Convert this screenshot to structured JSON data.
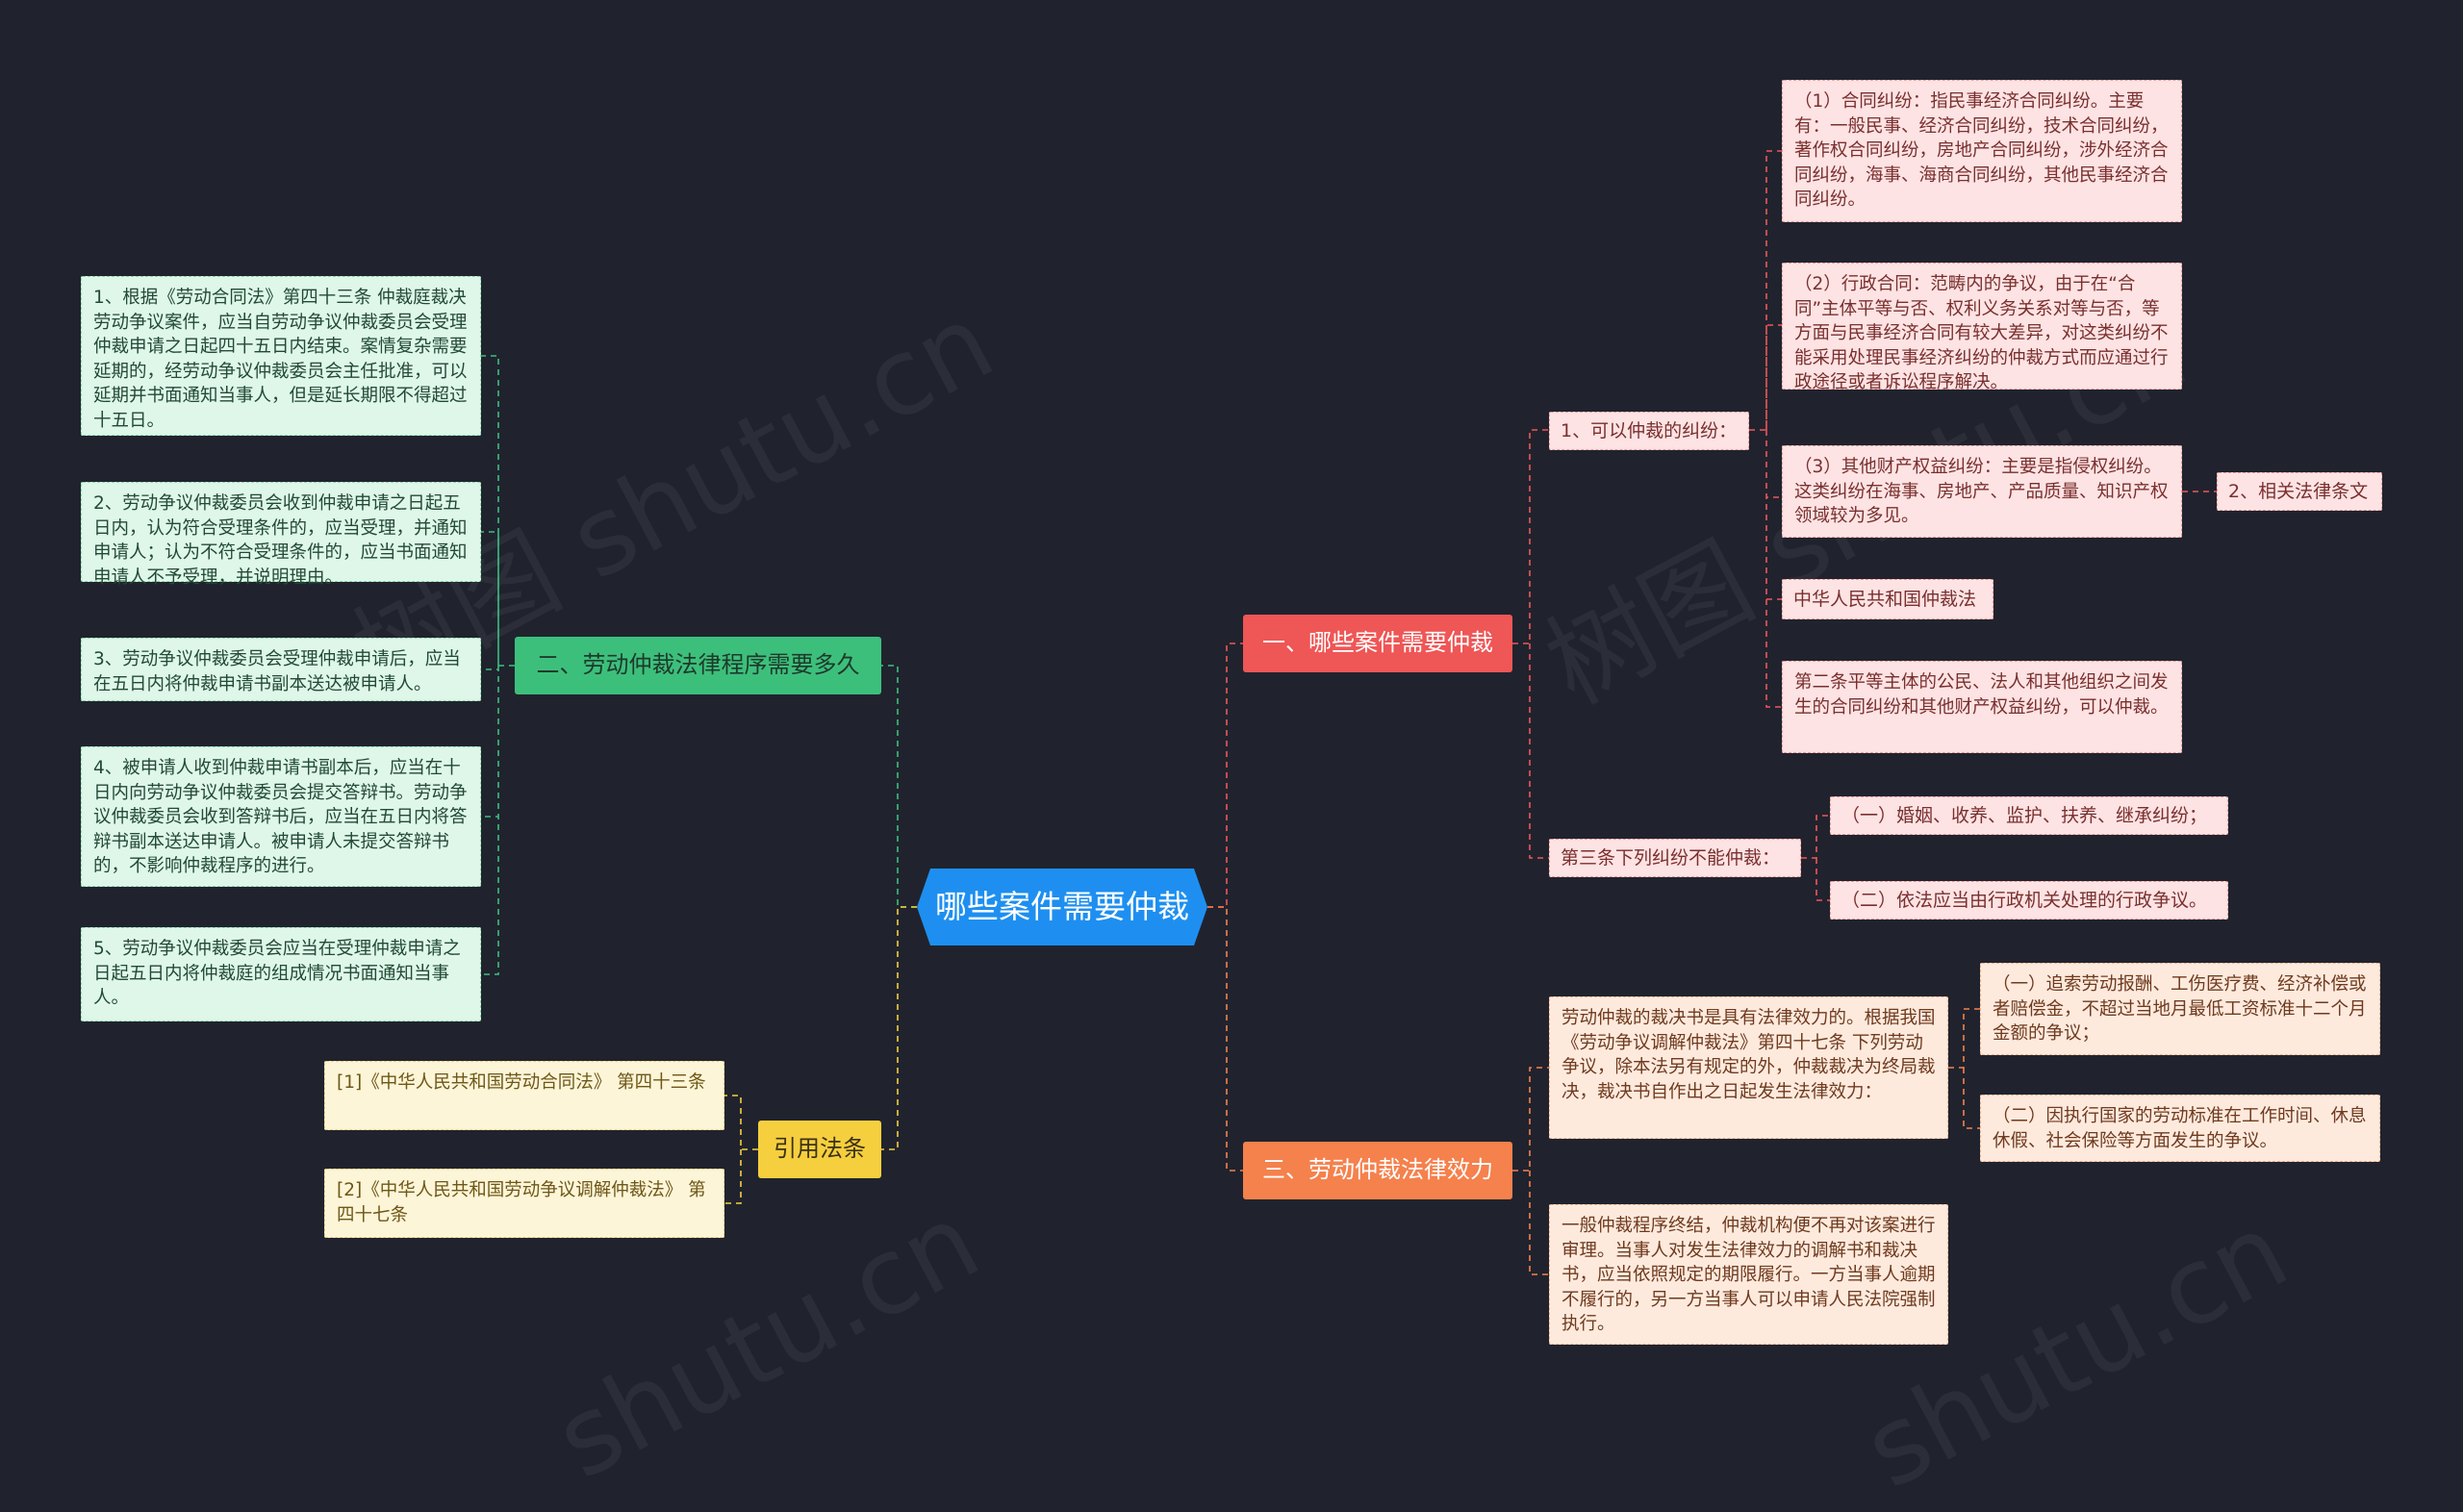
{
  "root": {
    "label": "哪些案件需要仲裁"
  },
  "branches": {
    "b1": {
      "label": "一、哪些案件需要仲裁"
    },
    "b2": {
      "label": "二、劳动仲裁法律程序需要多久"
    },
    "b3": {
      "label": "引用法条"
    },
    "b4": {
      "label": "三、劳动仲裁法律效力"
    }
  },
  "b1_children": {
    "kejiu": "1、可以仲裁的纠纷：",
    "hetong": "（1）合同纠纷：指民事经济合同纠纷。主要有：一般民事、经济合同纠纷，技术合同纠纷，著作权合同纠纷，房地产合同纠纷，涉外经济合同纠纷，海事、海商合同纠纷，其他民事经济合同纠纷。",
    "xingzheng": "（2）行政合同：范畴内的争议，由于在“合同”主体平等与否、权利义务关系对等与否，等方面与民事经济合同有较大差异，对这类纠纷不能采用处理民事经济纠纷的仲裁方式而应通过行政途径或者诉讼程序解决。",
    "qita": "（3）其他财产权益纠纷：主要是指侵权纠纷。这类纠纷在海事、房地产、产品质量、知识产权领域较为多见。",
    "xiangguan": "2、相关法律条文",
    "zhonghua": "中华人民共和国仲裁法",
    "dierjiao": "第二条平等主体的公民、法人和其他组织之间发生的合同纠纷和其他财产权益纠纷，可以仲裁。",
    "disan": "第三条下列纠纷不能仲裁：",
    "hunyin": "（一）婚姻、收养、监护、扶养、继承纠纷；",
    "yifa": "（二）依法应当由行政机关处理的行政争议。"
  },
  "b2_children": {
    "s1": "1、根据《劳动合同法》第四十三条 仲裁庭裁决劳动争议案件，应当自劳动争议仲裁委员会受理仲裁申请之日起四十五日内结束。案情复杂需要延期的，经劳动争议仲裁委员会主任批准，可以延期并书面通知当事人，但是延长期限不得超过十五日。",
    "s2": "2、劳动争议仲裁委员会收到仲裁申请之日起五日内，认为符合受理条件的，应当受理，并通知申请人；认为不符合受理条件的，应当书面通知申请人不予受理，并说明理由。",
    "s3": "3、劳动争议仲裁委员会受理仲裁申请后，应当在五日内将仲裁申请书副本送达被申请人。",
    "s4": "4、被申请人收到仲裁申请书副本后，应当在十日内向劳动争议仲裁委员会提交答辩书。劳动争议仲裁委员会收到答辩书后，应当在五日内将答辩书副本送达申请人。被申请人未提交答辩书的，不影响仲裁程序的进行。",
    "s5": "5、劳动争议仲裁委员会应当在受理仲裁申请之日起五日内将仲裁庭的组成情况书面通知当事人。"
  },
  "b3_children": {
    "r1": "[1]《中华人民共和国劳动合同法》 第四十三条",
    "r2": "[2]《中华人民共和国劳动争议调解仲裁法》 第四十七条"
  },
  "b4_children": {
    "caijue": "劳动仲裁的裁决书是具有法律效力的。根据我国《劳动争议调解仲裁法》第四十七条 下列劳动争议，除本法另有规定的外，仲裁裁决为终局裁决，裁决书自作出之日起发生法律效力：",
    "zhuisuo": "（一）追索劳动报酬、工伤医疗费、经济补偿或者赔偿金，不超过当地月最低工资标准十二个月金额的争议；",
    "yinzhi": "（二）因执行国家的劳动标准在工作时间、休息休假、社会保险等方面发生的争议。",
    "yiban": "一般仲裁程序终结，仲裁机构便不再对该案进行审理。当事人对发生法律效力的调解书和裁决书，应当依照规定的期限履行。一方当事人逾期不履行的，另一方当事人可以申请人民法院强制执行。"
  },
  "colors": {
    "background": "#20232e",
    "root": "#1e8ff0",
    "red": "#ef5656",
    "green": "#3dbf7c",
    "yellow": "#f6cf3f",
    "orange": "#f5814d"
  }
}
